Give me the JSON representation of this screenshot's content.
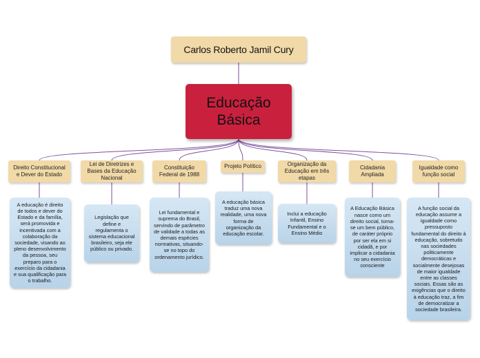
{
  "map": {
    "author": "Carlos Roberto Jamil Cury",
    "central": "Educação Básica",
    "line_color": "#7b4f9a",
    "topic_color": "#f1d9a8",
    "central_color": "#c9203e",
    "desc_color": "#c7ddef",
    "branches": [
      {
        "topic": "Direito Constitucional e Dever do Estado",
        "detail": "A educação é direito de todos e dever do Estado e da família, será promovida e incentivada com a colaboração da sociedade, visando ao pleno desenvolvimento da pessoa, seu preparo para o exercício da cidadania e sua qualificação para o trabalho."
      },
      {
        "topic": "Lei de Diretrizes e Bases da Educação Nacional",
        "detail": "Legislação que define e regulamenta o sistema educacional brasileiro, seja ele público ou privado."
      },
      {
        "topic": "Constituição Federal de 1988",
        "detail": "Lei fundamental e suprema do Brasil, servindo de parâmetro de validade a todas as demais espécies normativas, situando-se no topo do ordenamento jurídico."
      },
      {
        "topic": "Projeto Político",
        "detail": "A educação básica traduz uma nova realidade, uma nova forma de organização da educação escolar."
      },
      {
        "topic": "Organização da Educação em três etapas",
        "detail": "Inclui a educação Infantil, Ensino Fundamental e o Ensino Médio"
      },
      {
        "topic": "Cidadania Ampliada",
        "detail": "A Educação Básica nasce como um direito social, torna-se um bem público, de caráter próprio por ser ela em si cidadã, e por implicar a cidadania no seu exercício consciente"
      },
      {
        "topic": "Igualdade como função social",
        "detail": "A função social da educação assume a igualdade como pressuposto fundamental do direito à educação, sobretudo nas sociedades politicamente democráticas e socialmente desejosas de maior igualdade entre as classes sociais. Essas são as exigências que o direito à educação traz, a fim de democratizar a sociedade brasileira."
      }
    ]
  }
}
